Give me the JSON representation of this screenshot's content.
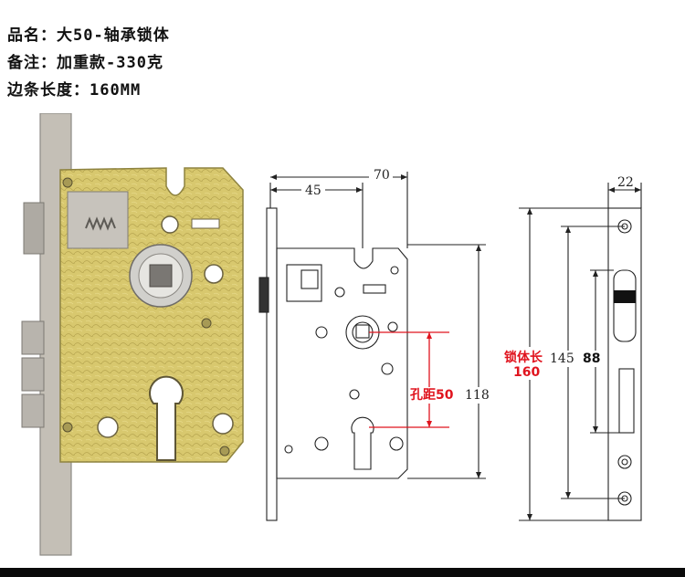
{
  "header": {
    "product_name": "品名：大50-轴承锁体",
    "remark": "备注：加重款-330克",
    "edge_length": "边条长度：160MM"
  },
  "front_view": {
    "dim_total_width": "70",
    "dim_backset": "45",
    "dim_height": "118",
    "dim_hole_distance": "孔距50"
  },
  "side_view": {
    "dim_width": "22",
    "dim_screw_span": "145",
    "dim_mid": "88",
    "label_body_length": "锁体长",
    "value_body_length": "160"
  },
  "colors": {
    "red_accent": "#e0141e",
    "brass": "#d6c46a",
    "steel": "#b9b4ab"
  }
}
